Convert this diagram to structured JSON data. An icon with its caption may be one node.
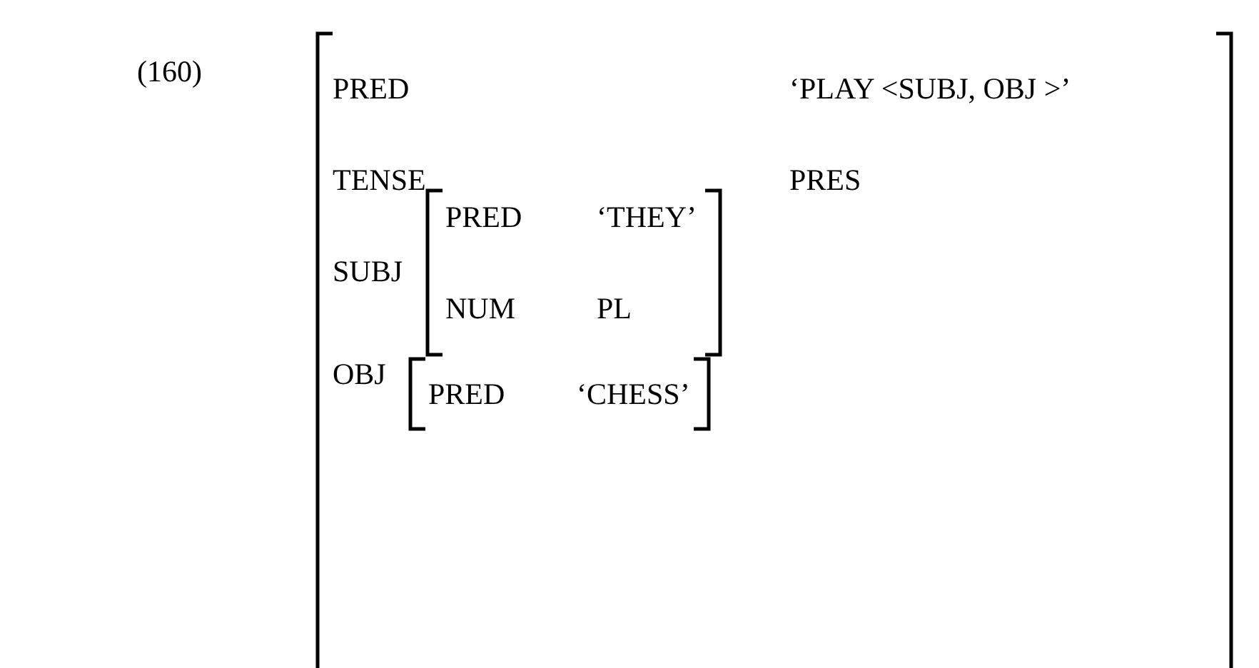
{
  "diagram": {
    "nodes": [
      {
        "text": [
          "PRED",
          "‘PLAY <SUBJ, OBJ >’",
          "TENSE",
          "PRES",
          "SUBJ",
          "OBJ"
        ]
      },
      {
        "text": [
          "PRED",
          "‘THEY’",
          "NUM",
          "PL"
        ],
        "in": 0
      },
      {
        "text": [
          "PRED",
          "‘CHESS’"
        ],
        "in": 0
      }
    ],
    "labels": [
      "(160)"
    ]
  }
}
